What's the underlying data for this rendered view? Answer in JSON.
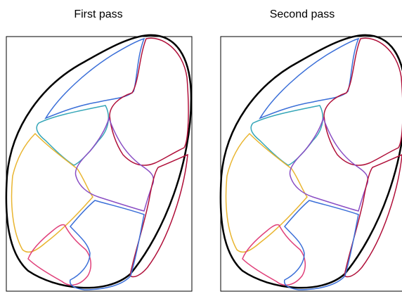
{
  "panels": [
    {
      "title": "First pass"
    },
    {
      "title": "Second pass"
    }
  ],
  "colors": {
    "outer": "#000000",
    "blue": "#3b6fd8",
    "red": "#b0103a",
    "cyan": "#35a6b8",
    "yellow": "#e9b530",
    "purple": "#8a4ec4",
    "pink": "#e0407a"
  },
  "region_colors": [
    "blue",
    "red",
    "cyan",
    "yellow",
    "purple",
    "pink",
    "blue"
  ]
}
